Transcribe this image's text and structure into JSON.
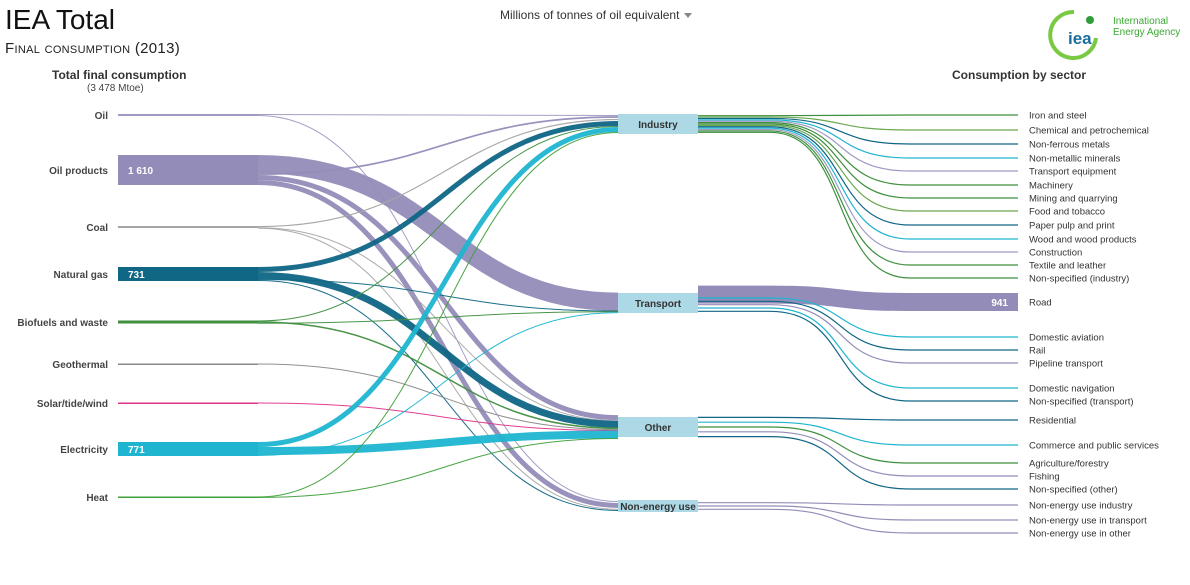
{
  "header": {
    "title": "IEA Total",
    "subtitle": "Final consumption (2013)",
    "unit_selector": "Millions of tonnes of oil equivalent",
    "logo_line1": "International",
    "logo_line2": "Energy Agency",
    "logo_mark": "iea"
  },
  "left_column": {
    "heading": "Total final consumption",
    "subheading": "(3 478 Mtoe)"
  },
  "right_column": {
    "heading": "Consumption by sector"
  },
  "colors": {
    "oil": "#9f9ac4",
    "oil_products": "#948cb8",
    "coal": "#a6a6a6",
    "natural_gas": "#0f6685",
    "biofuels": "#3f8f3f",
    "geothermal": "#8a8a8a",
    "solar": "#e0338a",
    "electricity": "#1fb5d0",
    "heat": "#3fa03a",
    "sector_box": "#add8e6"
  },
  "chart_data": {
    "type": "sankey",
    "sources": [
      {
        "key": "oil",
        "label": "Oil",
        "value": ""
      },
      {
        "key": "oil_products",
        "label": "Oil products",
        "value": "1 610"
      },
      {
        "key": "coal",
        "label": "Coal",
        "value": ""
      },
      {
        "key": "natural_gas",
        "label": "Natural gas",
        "value": "731"
      },
      {
        "key": "biofuels",
        "label": "Biofuels and waste",
        "value": ""
      },
      {
        "key": "geothermal",
        "label": "Geothermal",
        "value": ""
      },
      {
        "key": "solar",
        "label": "Solar/tide/wind",
        "value": ""
      },
      {
        "key": "electricity",
        "label": "Electricity",
        "value": "771"
      },
      {
        "key": "heat",
        "label": "Heat",
        "value": ""
      }
    ],
    "sectors": [
      {
        "key": "industry",
        "label": "Industry"
      },
      {
        "key": "transport",
        "label": "Transport"
      },
      {
        "key": "other",
        "label": "Other"
      },
      {
        "key": "nonenergy",
        "label": "Non-energy use"
      }
    ],
    "subsectors": [
      {
        "label": "Iron and steel",
        "sector": "industry",
        "value": ""
      },
      {
        "label": "Chemical and petrochemical",
        "sector": "industry",
        "value": ""
      },
      {
        "label": "Non-ferrous metals",
        "sector": "industry",
        "value": ""
      },
      {
        "label": "Non-metallic minerals",
        "sector": "industry",
        "value": ""
      },
      {
        "label": "Transport equipment",
        "sector": "industry",
        "value": ""
      },
      {
        "label": "Machinery",
        "sector": "industry",
        "value": ""
      },
      {
        "label": "Mining and quarrying",
        "sector": "industry",
        "value": ""
      },
      {
        "label": "Food and tobacco",
        "sector": "industry",
        "value": ""
      },
      {
        "label": "Paper pulp and print",
        "sector": "industry",
        "value": ""
      },
      {
        "label": "Wood and wood products",
        "sector": "industry",
        "value": ""
      },
      {
        "label": "Construction",
        "sector": "industry",
        "value": ""
      },
      {
        "label": "Textile and leather",
        "sector": "industry",
        "value": ""
      },
      {
        "label": "Non-specified (industry)",
        "sector": "industry",
        "value": ""
      },
      {
        "label": "Road",
        "sector": "transport",
        "value": "941"
      },
      {
        "label": "Domestic aviation",
        "sector": "transport",
        "value": ""
      },
      {
        "label": "Rail",
        "sector": "transport",
        "value": ""
      },
      {
        "label": "Pipeline transport",
        "sector": "transport",
        "value": ""
      },
      {
        "label": "Domestic navigation",
        "sector": "transport",
        "value": ""
      },
      {
        "label": "Non-specified (transport)",
        "sector": "transport",
        "value": ""
      },
      {
        "label": "Residential",
        "sector": "other",
        "value": ""
      },
      {
        "label": "Commerce and public services",
        "sector": "other",
        "value": ""
      },
      {
        "label": "Agriculture/forestry",
        "sector": "other",
        "value": ""
      },
      {
        "label": "Fishing",
        "sector": "other",
        "value": ""
      },
      {
        "label": "Non-specified (other)",
        "sector": "other",
        "value": ""
      },
      {
        "label": "Non-energy use industry",
        "sector": "nonenergy",
        "value": ""
      },
      {
        "label": "Non-energy use in transport",
        "sector": "nonenergy",
        "value": ""
      },
      {
        "label": "Non-energy use in other",
        "sector": "nonenergy",
        "value": ""
      }
    ],
    "flows": [
      {
        "from": "oil",
        "to": "industry",
        "weight": 1
      },
      {
        "from": "oil",
        "to": "nonenergy",
        "weight": 1
      },
      {
        "from": "oil_products",
        "to": "transport",
        "weight": 22
      },
      {
        "from": "oil_products",
        "to": "industry",
        "weight": 2
      },
      {
        "from": "oil_products",
        "to": "other",
        "weight": 6
      },
      {
        "from": "oil_products",
        "to": "nonenergy",
        "weight": 6
      },
      {
        "from": "coal",
        "to": "industry",
        "weight": 3
      },
      {
        "from": "coal",
        "to": "other",
        "weight": 1
      },
      {
        "from": "coal",
        "to": "nonenergy",
        "weight": 1
      },
      {
        "from": "natural_gas",
        "to": "industry",
        "weight": 5
      },
      {
        "from": "natural_gas",
        "to": "other",
        "weight": 7
      },
      {
        "from": "natural_gas",
        "to": "transport",
        "weight": 1
      },
      {
        "from": "natural_gas",
        "to": "nonenergy",
        "weight": 1
      },
      {
        "from": "biofuels",
        "to": "industry",
        "weight": 1
      },
      {
        "from": "biofuels",
        "to": "other",
        "weight": 2
      },
      {
        "from": "biofuels",
        "to": "transport",
        "weight": 1
      },
      {
        "from": "geothermal",
        "to": "other",
        "weight": 1
      },
      {
        "from": "solar",
        "to": "other",
        "weight": 1
      },
      {
        "from": "electricity",
        "to": "industry",
        "weight": 5
      },
      {
        "from": "electricity",
        "to": "other",
        "weight": 8
      },
      {
        "from": "electricity",
        "to": "transport",
        "weight": 1
      },
      {
        "from": "heat",
        "to": "industry",
        "weight": 1
      },
      {
        "from": "heat",
        "to": "other",
        "weight": 1
      }
    ]
  }
}
